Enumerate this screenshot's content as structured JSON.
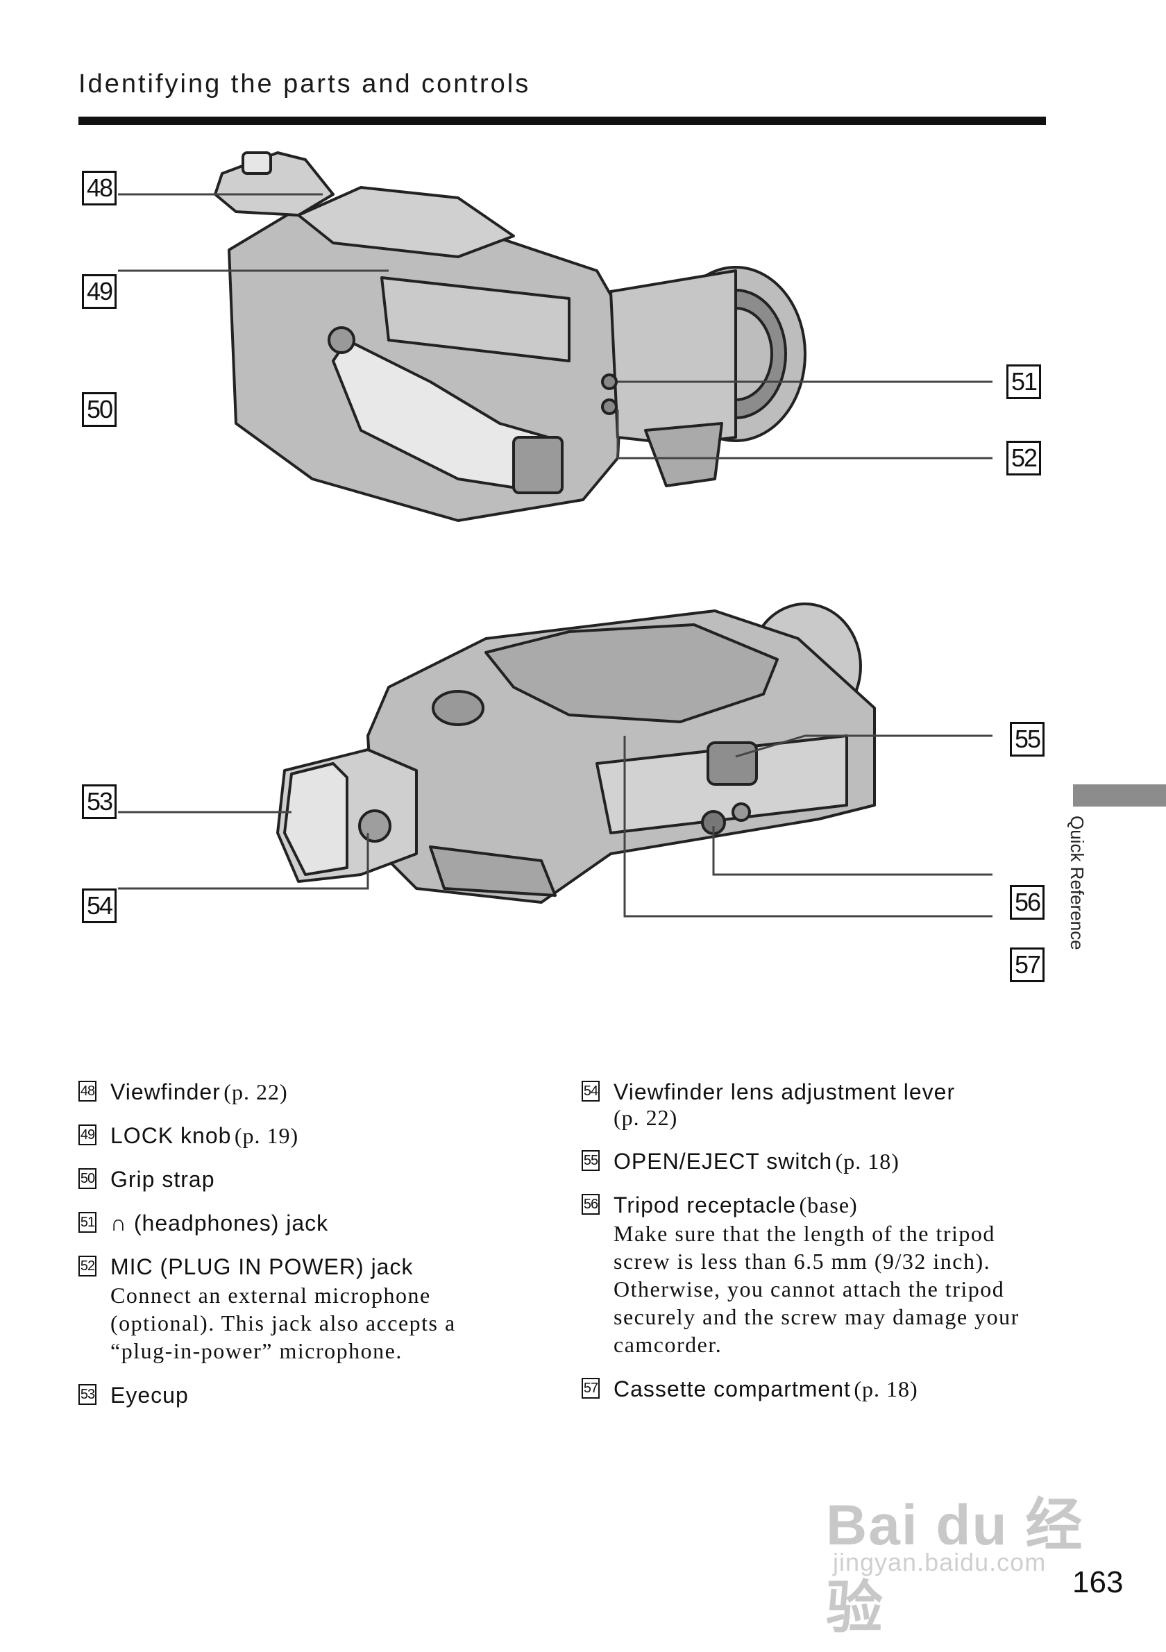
{
  "header": {
    "title": "Identifying the parts and controls"
  },
  "side_tab": {
    "label": "Quick Reference"
  },
  "callouts": [
    "48",
    "49",
    "50",
    "51",
    "52",
    "53",
    "54",
    "55",
    "56",
    "57"
  ],
  "left_items": [
    {
      "num": "48",
      "label": "Viewfinder",
      "ref": "(p. 22)",
      "desc": ""
    },
    {
      "num": "49",
      "label": "LOCK knob",
      "ref": "(p. 19)",
      "desc": ""
    },
    {
      "num": "50",
      "label": "Grip strap",
      "ref": "",
      "desc": ""
    },
    {
      "num": "51",
      "label": "∩ (headphones) jack",
      "ref": "",
      "desc": ""
    },
    {
      "num": "52",
      "label": "MIC (PLUG IN POWER) jack",
      "ref": "",
      "desc": "Connect an external microphone (optional). This jack also accepts a “plug-in-power” microphone."
    },
    {
      "num": "53",
      "label": "Eyecup",
      "ref": "",
      "desc": ""
    }
  ],
  "right_items": [
    {
      "num": "54",
      "label": "Viewfinder lens adjustment lever",
      "ref": "(p. 22)",
      "desc": ""
    },
    {
      "num": "55",
      "label": "OPEN/EJECT switch",
      "ref": "(p. 18)",
      "desc": ""
    },
    {
      "num": "56",
      "label": "Tripod receptacle",
      "ref": "(base)",
      "desc": "Make sure that the length of the tripod screw is less than 6.5 mm (9/32 inch). Otherwise, you cannot attach the tripod securely and the screw may damage your camcorder."
    },
    {
      "num": "57",
      "label": "Cassette compartment",
      "ref": "(p. 18)",
      "desc": ""
    }
  ],
  "page_number": "163",
  "watermark": {
    "brand": "Bai du 经验",
    "url": "jingyan.baidu.com"
  }
}
